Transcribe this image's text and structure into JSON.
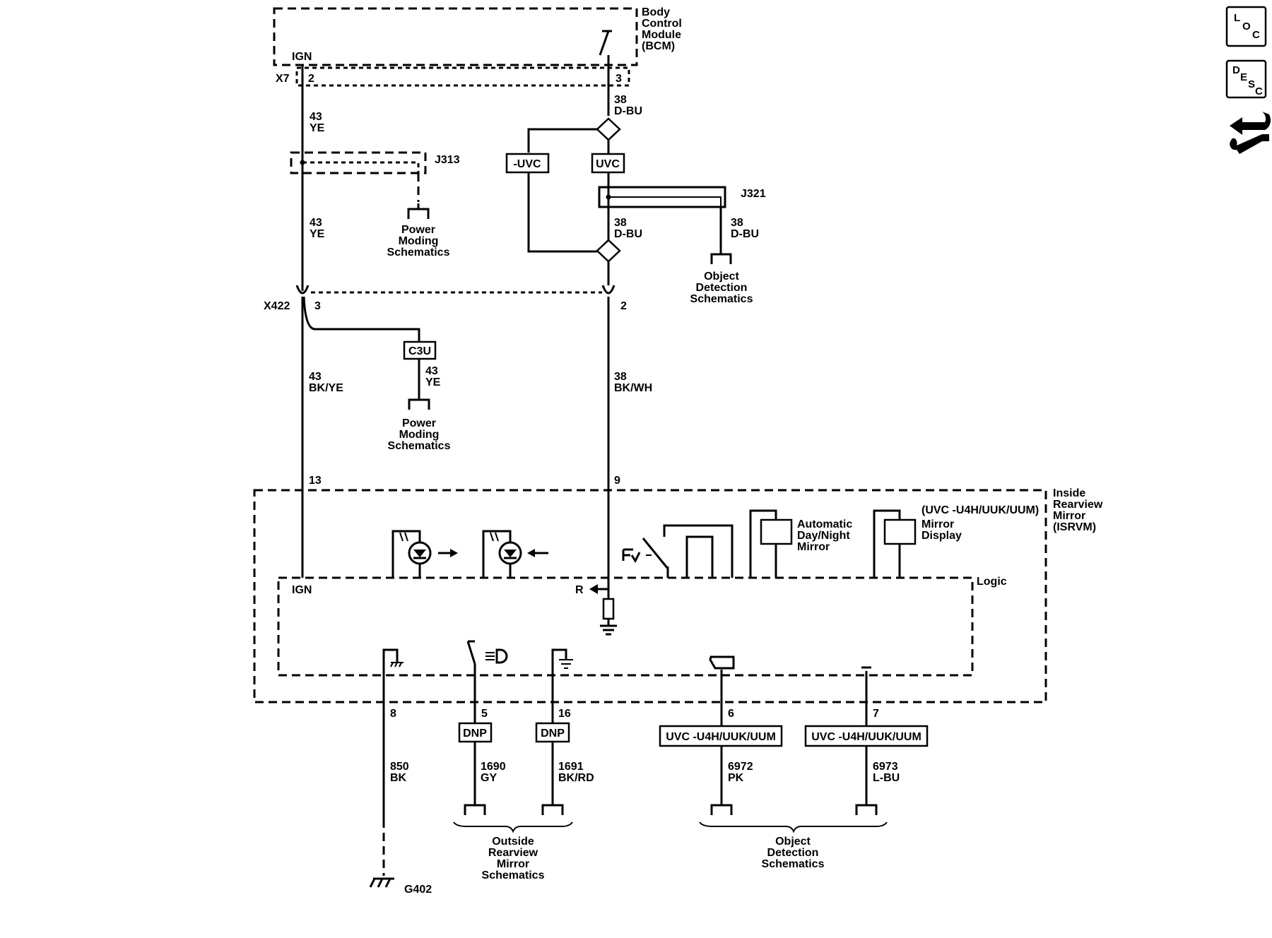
{
  "bcm": {
    "line1": "Body",
    "line2": "Control",
    "line3": "Module",
    "line4": "(BCM)",
    "ign": "IGN",
    "connector": "X7",
    "pin_left": "2",
    "pin_right": "3"
  },
  "wires": {
    "w1_gauge": "43",
    "w1_color": "YE",
    "w2_gauge": "43",
    "w2_color": "YE",
    "w3_gauge": "43",
    "w3_color": "BK/YE",
    "w4_gauge": "43",
    "w4_color": "YE",
    "r1_gauge": "38",
    "r1_color": "D-BU",
    "r2_gauge": "38",
    "r2_color": "D-BU",
    "r3_gauge": "38",
    "r3_color": "D-BU",
    "r4_gauge": "38",
    "r4_color": "BK/WH",
    "b1_gauge": "850",
    "b1_color": "BK",
    "b2_gauge": "1690",
    "b2_color": "GY",
    "b3_gauge": "1691",
    "b3_color": "BK/RD",
    "b4_gauge": "6972",
    "b4_color": "PK",
    "b5_gauge": "6973",
    "b5_color": "L-BU"
  },
  "splices": {
    "j313": "J313",
    "j321": "J321"
  },
  "options": {
    "neg_uvc": "-UVC",
    "uvc": "UVC",
    "c3u": "C3U",
    "dnp1": "DNP",
    "dnp2": "DNP",
    "uvc_u4h_1": "UVC -U4H/UUK/UUM",
    "uvc_u4h_2": "UVC -U4H/UUK/UUM"
  },
  "refs": {
    "power_moding_1": [
      "Power",
      "Moding",
      "Schematics"
    ],
    "power_moding_2": [
      "Power",
      "Moding",
      "Schematics"
    ],
    "object_detection_1": [
      "Object",
      "Detection",
      "Schematics"
    ],
    "object_detection_2": [
      "Object",
      "Detection",
      "Schematics"
    ],
    "outside_mirror": [
      "Outside",
      "Rearview",
      "Mirror",
      "Schematics"
    ]
  },
  "x422": {
    "connector": "X422",
    "pin_left": "3",
    "pin_right": "2"
  },
  "isrvm": {
    "title": [
      "Inside",
      "Rearview",
      "Mirror",
      "(ISRVM)"
    ],
    "pin_ign": "13",
    "pin_r": "9",
    "option_note": "(UVC -U4H/UUK/UUM)",
    "auto_mirror": [
      "Automatic",
      "Day/Night",
      "Mirror"
    ],
    "mirror_display": [
      "Mirror",
      "Display"
    ],
    "logic": "Logic",
    "ign_label": "IGN",
    "r_label": "R",
    "pins_bottom": [
      "8",
      "5",
      "16",
      "6",
      "7"
    ]
  },
  "ground": {
    "label": "G402"
  },
  "side_icons": {
    "loc": [
      "L",
      "O",
      "C"
    ],
    "desc": [
      "D",
      "E",
      "S",
      "C"
    ],
    "tool": "wrench-icon"
  }
}
